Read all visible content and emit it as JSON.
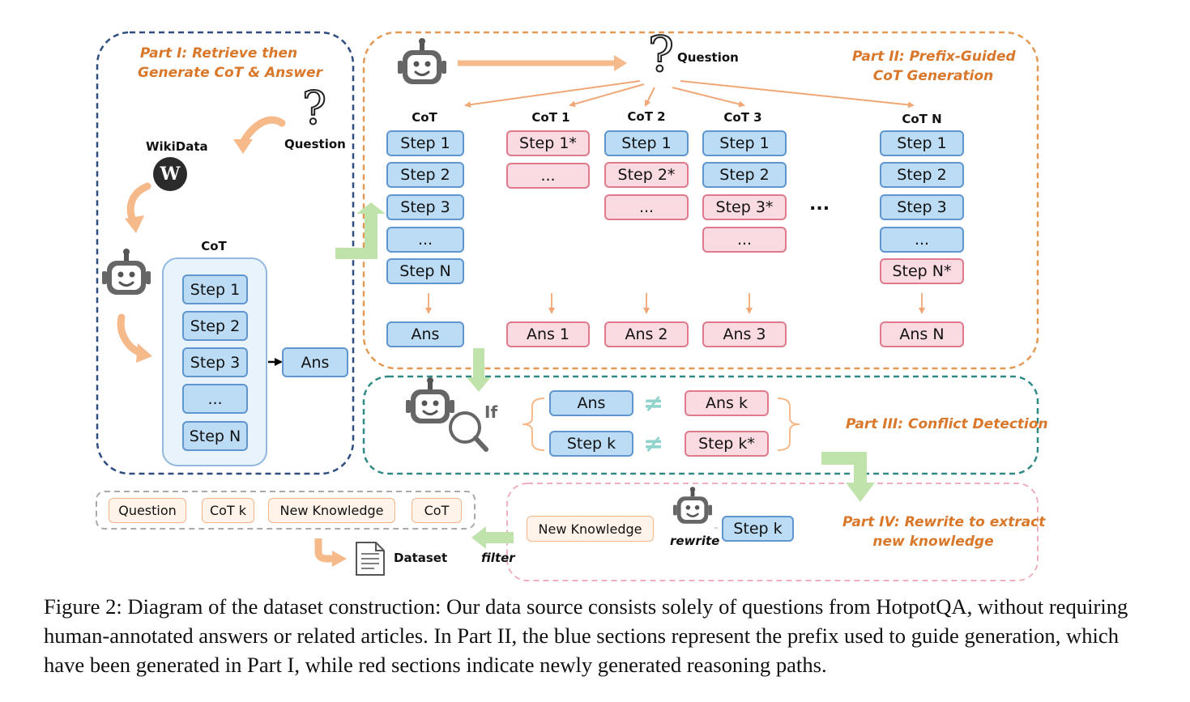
{
  "part1": {
    "title_line1": "Part I: Retrieve then",
    "title_line2": "Generate CoT & Answer",
    "question_label": "Question",
    "wikidata_label": "WikiData",
    "cot_header": "CoT",
    "steps": [
      "Step 1",
      "Step 2",
      "Step 3",
      "...",
      "Step N"
    ],
    "answer": "Ans"
  },
  "part2": {
    "title_line1": "Part II: Prefix-Guided",
    "title_line2": "CoT Generation",
    "question_label": "Question",
    "ellipsis": "...",
    "columns": [
      {
        "header": "CoT",
        "steps": [
          {
            "text": "Step 1",
            "kind": "blue"
          },
          {
            "text": "Step 2",
            "kind": "blue"
          },
          {
            "text": "Step 3",
            "kind": "blue"
          },
          {
            "text": "...",
            "kind": "blue"
          },
          {
            "text": "Step N",
            "kind": "blue"
          }
        ],
        "answer": {
          "text": "Ans",
          "kind": "blue"
        }
      },
      {
        "header": "CoT 1",
        "steps": [
          {
            "text": "Step 1*",
            "kind": "red"
          },
          {
            "text": "...",
            "kind": "red"
          }
        ],
        "answer": {
          "text": "Ans 1",
          "kind": "red"
        }
      },
      {
        "header": "CoT 2",
        "steps": [
          {
            "text": "Step 1",
            "kind": "blue"
          },
          {
            "text": "Step 2*",
            "kind": "red"
          },
          {
            "text": "...",
            "kind": "red"
          }
        ],
        "answer": {
          "text": "Ans 2",
          "kind": "red"
        }
      },
      {
        "header": "CoT 3",
        "steps": [
          {
            "text": "Step 1",
            "kind": "blue"
          },
          {
            "text": "Step 2",
            "kind": "blue"
          },
          {
            "text": "Step 3*",
            "kind": "red"
          },
          {
            "text": "...",
            "kind": "red"
          }
        ],
        "answer": {
          "text": "Ans 3",
          "kind": "red"
        }
      },
      {
        "header": "CoT N",
        "steps": [
          {
            "text": "Step 1",
            "kind": "blue"
          },
          {
            "text": "Step 2",
            "kind": "blue"
          },
          {
            "text": "Step 3",
            "kind": "blue"
          },
          {
            "text": "...",
            "kind": "blue"
          },
          {
            "text": "Step N*",
            "kind": "red"
          }
        ],
        "answer": {
          "text": "Ans N",
          "kind": "red"
        }
      }
    ]
  },
  "part3": {
    "title": "Part III: Conflict Detection",
    "if_label": "If",
    "neq_symbol": "≠",
    "row1": {
      "left": "Ans",
      "right": "Ans k"
    },
    "row2": {
      "left": "Step k",
      "right": "Step k*"
    }
  },
  "part4": {
    "title_line1": "Part IV: Rewrite to extract",
    "title_line2": "new knowledge",
    "step_box": "Step k",
    "rewrite_label": "rewrite",
    "new_knowledge": "New Knowledge",
    "filter_label": "filter"
  },
  "dataset": {
    "fields": [
      "Question",
      "CoT k",
      "New Knowledge",
      "CoT"
    ],
    "label": "Dataset"
  },
  "caption": "Figure 2: Diagram of the dataset construction: Our data source consists solely of questions from HotpotQA, without requiring human-annotated answers or related articles. In Part II, the blue sections represent the prefix used to guide generation, which have been generated in Part I, while red sections indicate newly generated reasoning paths.",
  "colors": {
    "part1_border": "#2e4d80",
    "part2_border": "#e39a55",
    "part3_border": "#2f8a86",
    "part4_border": "#eeb0bd",
    "dataset_border": "#aaaaaa",
    "title_orange": "#d9772a",
    "blue_fill": "#bcdcf5",
    "red_fill": "#fadbe1",
    "green_arrow": "#bfe3aa",
    "orange_arrow": "#f6b98a"
  }
}
